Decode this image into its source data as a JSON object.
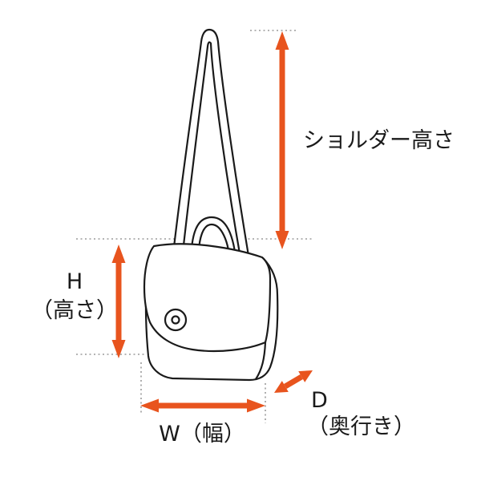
{
  "diagram": {
    "title": "bag-dimension-diagram",
    "labels": {
      "shoulder_height": "ショルダー高さ",
      "height_letter": "H",
      "height_sub": "（高さ）",
      "width": "W（幅）",
      "depth_letter": "D",
      "depth_sub": "（奥行き）"
    },
    "colors": {
      "arrow": "#E8541E",
      "line_art": "#1A1A1A",
      "dotted": "#9B9B9B",
      "background": "#FFFFFF"
    }
  }
}
